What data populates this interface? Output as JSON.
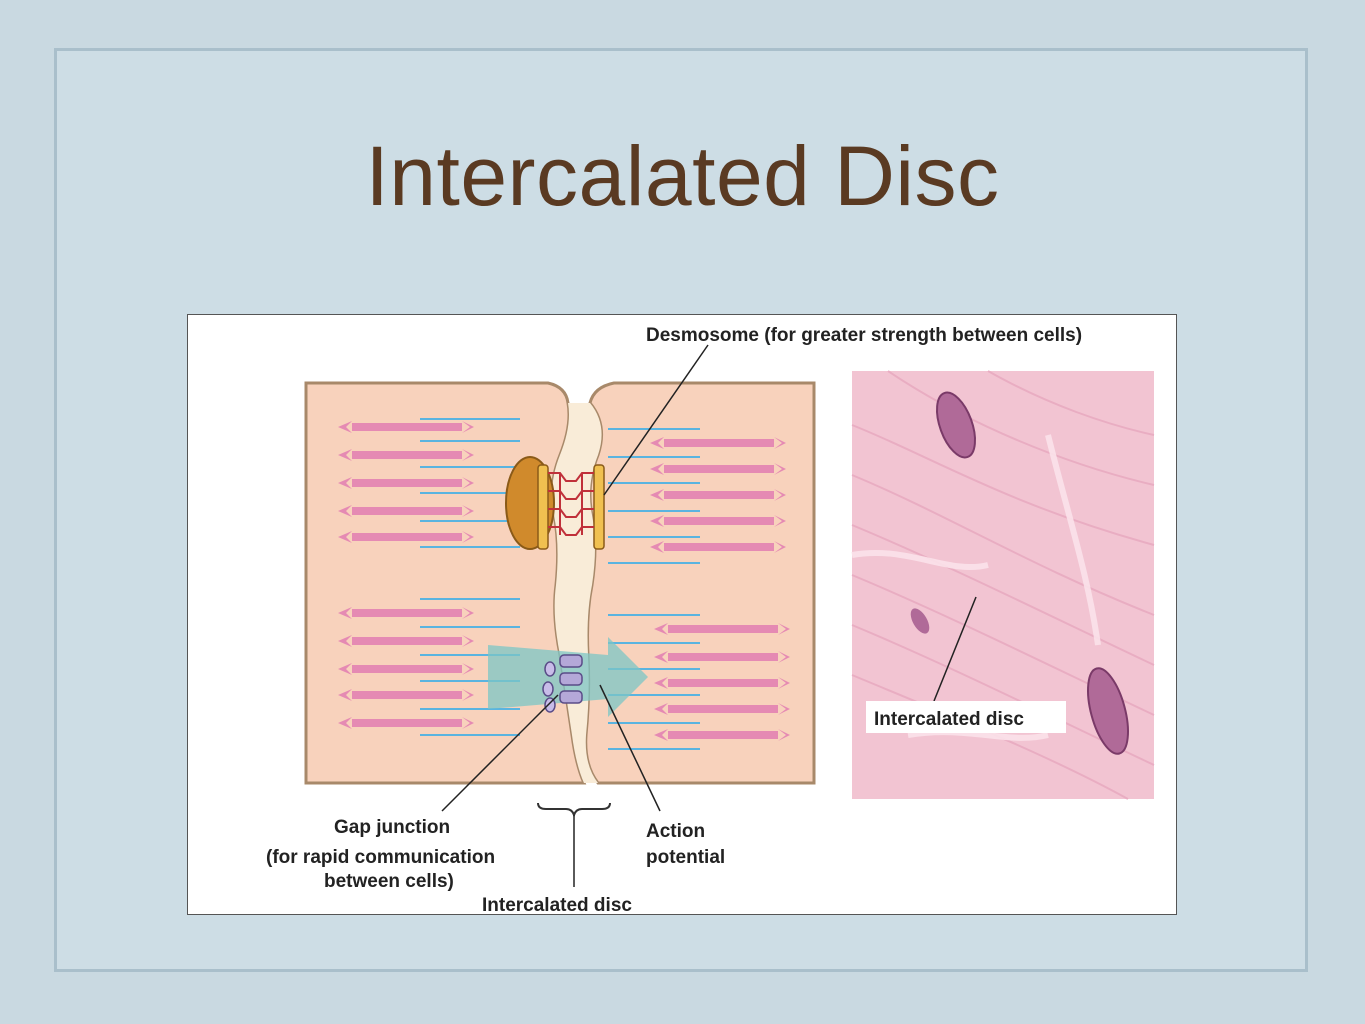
{
  "slide": {
    "title": "Intercalated Disc"
  },
  "diagram": {
    "labels": {
      "desmosome": "Desmosome (for greater strength between cells)",
      "gap_junction": "Gap junction",
      "gap_junction_desc_1": "(for rapid communication",
      "gap_junction_desc_2": "between cells)",
      "action_potential_1": "Action",
      "action_potential_2": "potential",
      "intercalated_disc": "Intercalated disc"
    },
    "micrograph": {
      "label": "Intercalated disc"
    },
    "colors": {
      "cell": "#f8d2bc",
      "cell_outline": "#a8896a",
      "myofibril": "#e58ab3",
      "filament": "#5ab4e0",
      "desmosome_plaque": "#d08a2c",
      "desmosome_link": "#c0303a",
      "gap_junction": "#b4a8d8",
      "signal_arrow": "#7cc6c6",
      "tissue": "#f2c4d2"
    }
  }
}
